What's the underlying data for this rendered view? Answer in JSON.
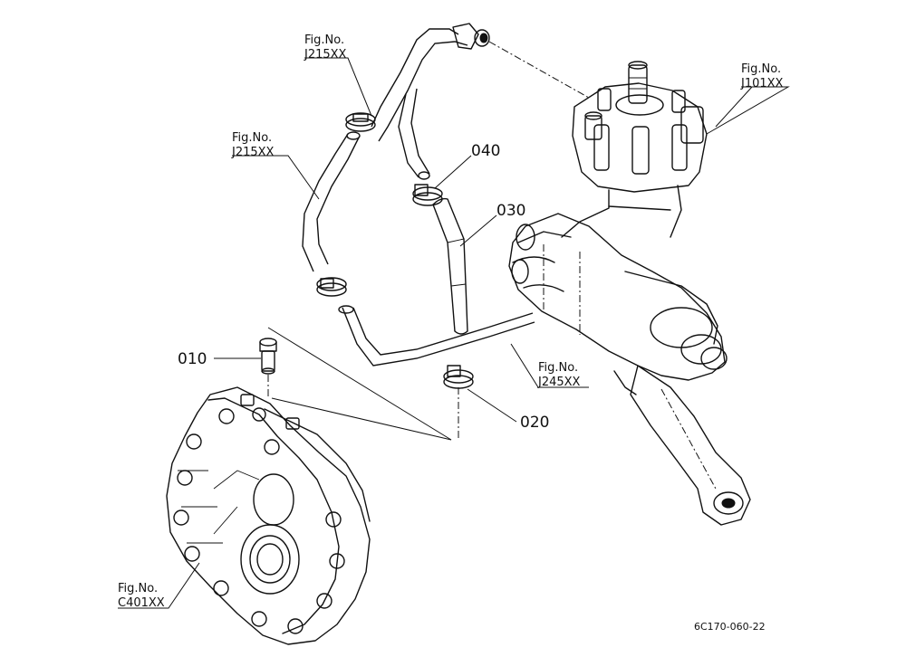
{
  "parts": [
    {
      "id": "p010",
      "number": "010"
    },
    {
      "id": "p020",
      "number": "020"
    },
    {
      "id": "p030",
      "number": "030"
    },
    {
      "id": "p040",
      "number": "040"
    }
  ],
  "fig_refs": [
    {
      "id": "ref1",
      "line1": "Fig.No.",
      "line2": "J215XX"
    },
    {
      "id": "ref2",
      "line1": "Fig.No.",
      "line2": "J215XX"
    },
    {
      "id": "ref3",
      "line1": "Fig.No.",
      "line2": "J101XX"
    },
    {
      "id": "ref4",
      "line1": "Fig.No.",
      "line2": "J245XX"
    },
    {
      "id": "ref5",
      "line1": "Fig.No.",
      "line2": "C401XX"
    }
  ],
  "drawing_code": "6C170-060-22"
}
